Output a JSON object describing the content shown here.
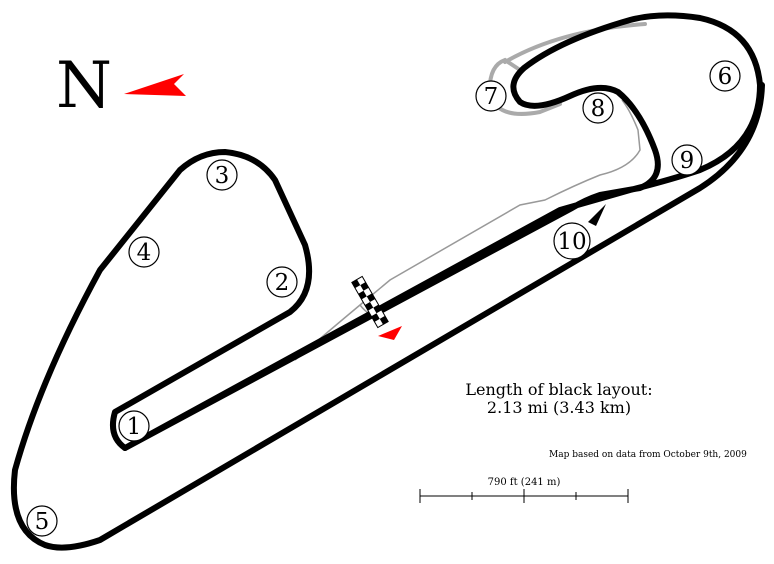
{
  "north": {
    "letter": "N",
    "arrow_color": "#ff0000"
  },
  "track": {
    "main_color": "#000000",
    "alt_layout_color": "#aaaaaa",
    "pitlane_color": "#999999"
  },
  "corners": [
    {
      "id": "1",
      "label": "1"
    },
    {
      "id": "2",
      "label": "2"
    },
    {
      "id": "3",
      "label": "3"
    },
    {
      "id": "4",
      "label": "4"
    },
    {
      "id": "5",
      "label": "5"
    },
    {
      "id": "6",
      "label": "6"
    },
    {
      "id": "7",
      "label": "7"
    },
    {
      "id": "8",
      "label": "8"
    },
    {
      "id": "9",
      "label": "9"
    },
    {
      "id": "10",
      "label": "10"
    }
  ],
  "info": {
    "length_title": "Length of black layout:",
    "length_value": "2.13 mi (3.43 km)",
    "source_note": "Map based on data from October 9th, 2009"
  },
  "scale": {
    "label": "790 ft (241 m)"
  }
}
